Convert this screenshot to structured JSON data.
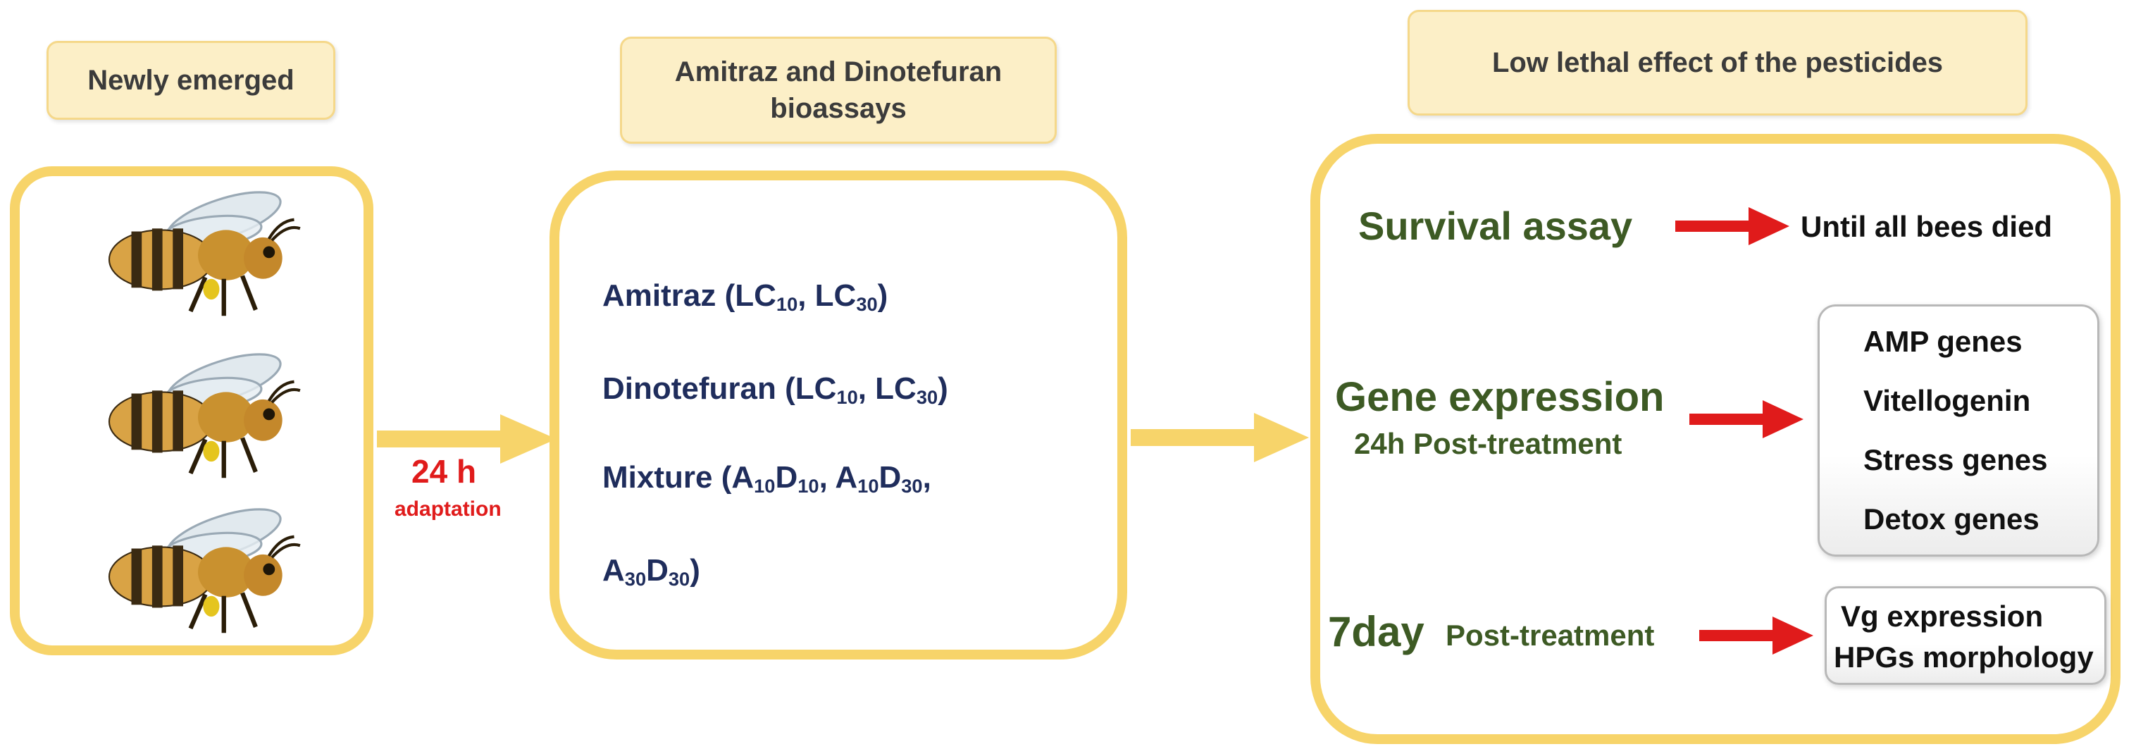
{
  "stage1": {
    "label": "Newly emerged"
  },
  "transition1": {
    "time": "24 h",
    "desc": "adaptation"
  },
  "stage2": {
    "label_line1": "Amitraz and Dinotefuran",
    "label_line2": "bioassays",
    "amitraz": {
      "name": "Amitraz (LC",
      "s1": "10",
      "mid": ", LC",
      "s2": "30",
      "end": ")"
    },
    "dinotefuran": {
      "name": "Dinotefuran (LC",
      "s1": "10",
      "mid": ", LC",
      "s2": "30",
      "end": ")"
    },
    "mixture": {
      "name": "Mixture (A",
      "a1": "10",
      "d": "D",
      "d1": "10",
      "sep": ", A",
      "a2": "10",
      "d2": "30",
      "comma": ",",
      "l2a": "A",
      "a3": "30",
      "l2d": "D",
      "d3": "30",
      "end": ")"
    }
  },
  "stage3": {
    "label": "Low lethal effect of the pesticides",
    "survival": {
      "title": "Survival assay",
      "result": "Until all bees died"
    },
    "gene": {
      "title": "Gene expression",
      "subtitle": "24h Post-treatment",
      "items": [
        "AMP genes",
        "Vitellogenin",
        "Stress genes",
        "Detox genes"
      ]
    },
    "day7": {
      "title": "7day",
      "subtitle": "Post-treatment",
      "items": [
        "Vg expression",
        "HPGs morphology"
      ]
    }
  },
  "colors": {
    "yellow": "#f7d46a",
    "label_fill": "#fcefc7",
    "navy": "#1f2d5c",
    "green": "#3d5a24",
    "red": "#e01b1b"
  },
  "icons": [
    "honey-bee-icon",
    "yellow-arrow-icon",
    "red-arrow-icon"
  ]
}
